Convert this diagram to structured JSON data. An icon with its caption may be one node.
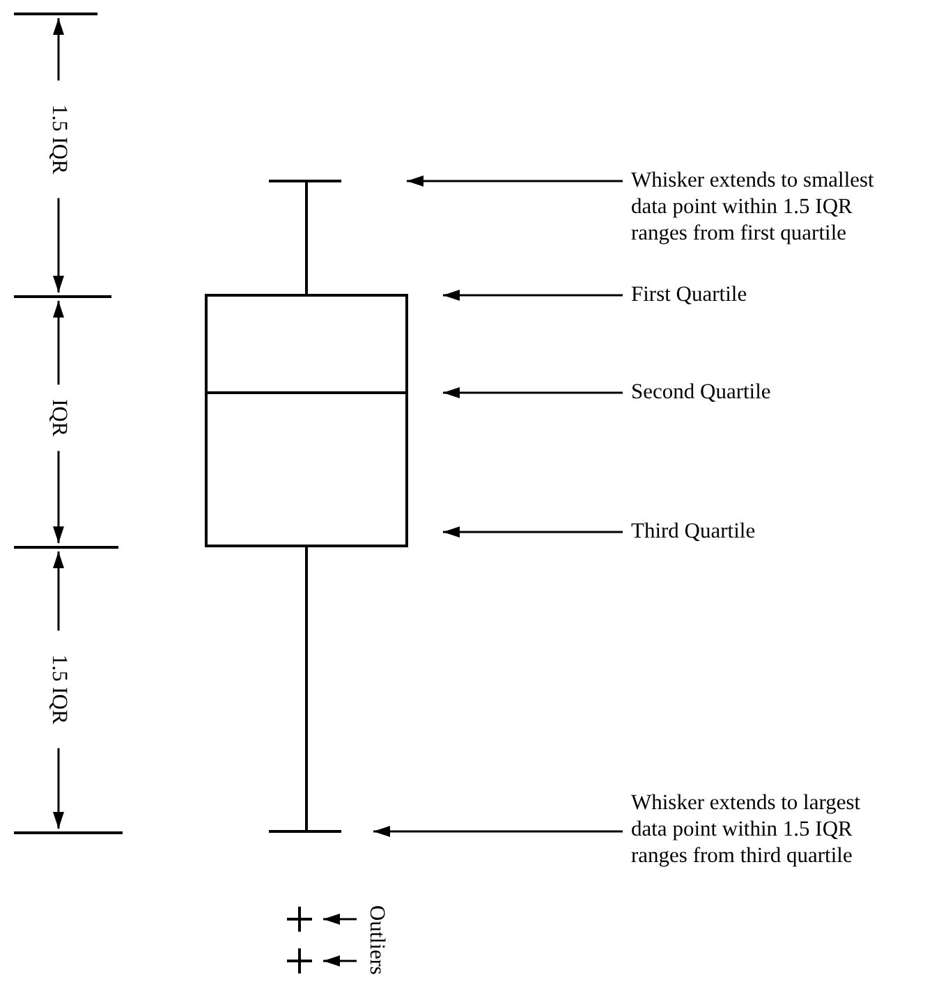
{
  "diagram": {
    "nodes": [
      {
        "text": [
          "Whisker extends to smallest data point within 1.5 IQR ranges from first quartile"
        ]
      },
      {
        "text": [
          "First Quartile"
        ]
      },
      {
        "text": [
          "Second Quartile"
        ]
      },
      {
        "text": [
          "Third Quartile"
        ]
      },
      {
        "text": [
          "Whisker extends to largest data point within 1.5 IQR ranges from third quartile"
        ]
      },
      {
        "text": [
          "Outliers"
        ]
      },
      {
        "text": [],
        "shape": "bar"
      },
      {
        "text": [],
        "shape": "box"
      },
      {
        "text": [],
        "shape": "bar"
      },
      {
        "text": [],
        "shape": "cross"
      },
      {
        "text": [],
        "shape": "cross"
      }
    ],
    "edges": [
      {
        "from": 6,
        "to": 7,
        "arrow": "none"
      },
      {
        "from": 7,
        "to": 8,
        "arrow": "none"
      },
      {
        "from": 0,
        "to": 6,
        "arrow": "to"
      },
      {
        "from": 1,
        "to": 7,
        "arrow": "to"
      },
      {
        "from": 2,
        "to": 7,
        "arrow": "to"
      },
      {
        "from": 3,
        "to": 7,
        "arrow": "to"
      },
      {
        "from": 4,
        "to": 8,
        "arrow": "to"
      },
      {
        "from": 5,
        "to": 9,
        "arrow": "to"
      },
      {
        "from": 5,
        "to": 10,
        "arrow": "to"
      }
    ],
    "labels": [
      "1.5 IQR",
      "IQR",
      "1.5 IQR"
    ]
  }
}
